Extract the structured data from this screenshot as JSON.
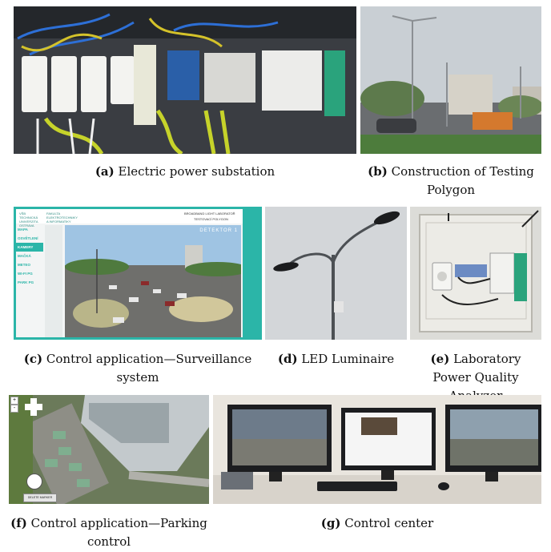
{
  "panels": [
    {
      "label": "(a)",
      "text": "Electric power substation"
    },
    {
      "label": "(b)",
      "text": "Construction of Testing Polygon"
    },
    {
      "label": "(c)",
      "text": "Control application—Surveillance system"
    },
    {
      "label": "(d)",
      "text": "LED Luminaire"
    },
    {
      "label": "(e)",
      "text": "Laboratory Power Quality Analyzer"
    },
    {
      "label": "(f)",
      "text": "Control application—Parking control"
    },
    {
      "label": "(g)",
      "text": "Control center"
    }
  ],
  "surveillance_app": {
    "header_left": "VŠB TECHNICKÁ UNIVERZITA OSTRAVA",
    "header_mid": "FAKULTA ELEKTROTECHNIKY A INFORMATIKY",
    "header_right": "BROADBAND LIGHT LABORATOŘ",
    "header_sub": "TESTOVACÍ POLYGON",
    "menu": [
      "MAPA",
      "OSVĚTLENÍ",
      "KAMERY",
      "MAČKÁ",
      "METEO",
      "WI-FI PG",
      "PARK PG"
    ],
    "camera_caption": "DETEKTOR 1"
  },
  "parking_app": {
    "zoom_plus": "+",
    "zoom_minus": "-",
    "button": "DELETE MARKER"
  },
  "colors": {
    "app_teal": "#2bb5a8",
    "sky": "#d9dee2"
  }
}
